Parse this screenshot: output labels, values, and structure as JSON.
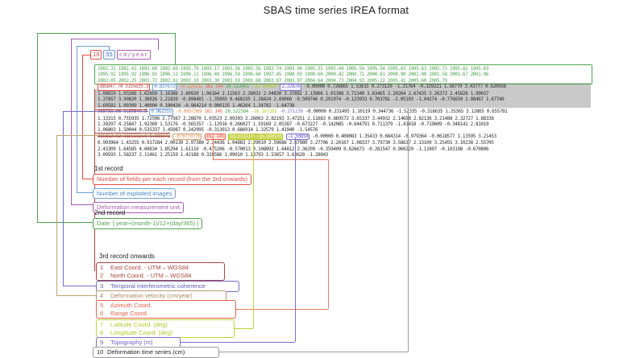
{
  "title": "SBAS time series IREA format",
  "header": {
    "fields": [
      {
        "t": "10",
        "s": "hb-red",
        "name": "field-count-value"
      },
      {
        "t": "55",
        "s": "hb-blue",
        "name": "image-count-value"
      },
      {
        "t": "cm/year",
        "s": "hb-purple",
        "name": "unit-value"
      }
    ]
  },
  "data_rows": [
    [
      {
        "t": "1992.31 1992.41 1992.60 1992.69 1992.79 1993.17 1993.36 1993.56 1993.74 1993.94 1995.35 1995.44 1995.54 1995.54 1995.63 1995.63 1995.73 1995.82 1995.83",
        "s": "yr"
      }
    ],
    [
      {
        "t": "1995.92 1995.92 1996.01 1996.11 1996.11 1996.49 1996.59 1996.68 1997.45 1998.03 1998.60 2000.42 2000.71 2000.81 2000.90 2001.00 2001.58 2001.67 2001.96",
        "s": "yr"
      }
    ],
    [
      {
        "t": "2002.05 2002.25 2002.72 2002.91 2003.10 2003.30 2003.59 2003.68 2003.87 2003.97 2004.64 2004.73 2004.93 2005.22 2005.41 2005.60 2005.79",
        "s": "yr"
      }
    ],
    [
      {
        "t": "385847.79 3155635.3",
        "s": "bseg box-red"
      },
      {
        "t": " ",
        "s": "plain"
      },
      {
        "t": "0.837672",
        "s": "bseg box-blue"
      },
      {
        "t": " -0.110132 ",
        "s": "orange"
      },
      {
        "t": "161 144 ",
        "s": "salmon"
      },
      {
        "t": "28.522461 ",
        "s": "green"
      },
      {
        "t": "-16.166629 ",
        "s": "olive"
      },
      {
        "t": "2.22876",
        "s": "bseg box-violet"
      },
      {
        "t": " -0.00000 0.726865 1.53615 0.273120 -1.31764 -0.329221 1.58779 3.43777 0.620958",
        "s": "plain"
      }
    ],
    [
      {
        "t": "1.09819 1.03266 1.62859 3.16386 2.60920 1.06164 2.11563 2.26032 2.94830 3.37892 2.13966 1.01388 3.71340 3.63465 2.20264 2.67435 3.26372 2.45828 1.99037",
        "s": "plain"
      }
    ],
    [
      {
        "t": "1.37857 3.99820 1.38926 1.21839 -0.898401 -1.35003 0.468195 1.28424 2.69060 -0.509746 0.291974 -0.123933 0.703781 -2.05103 -1.04274 -0.776650 2.88467 1.67740",
        "s": "plain"
      }
    ],
    [
      {
        "t": "1.69581 1.00309 1.40094 0.180434 -0.964214 0.900135 1.46264 1.34702 -1.64738",
        "s": "plain"
      }
    ],
    [
      {
        "t": "385783.06 3155649.5",
        "s": "strike"
      },
      {
        "t": " ",
        "s": "plain"
      },
      {
        "t": "0.962555",
        "s": "bseg box-blue"
      },
      {
        "t": " -0.0957369 ",
        "s": "orange"
      },
      {
        "t": "161 145 ",
        "s": "salmon"
      },
      {
        "t": "28.522584 ",
        "s": "green"
      },
      {
        "t": "-16.167292 ",
        "s": "olive"
      },
      {
        "t": "-0.271239",
        "s": "violet"
      },
      {
        "t": " -0.00000 0.231495 1.10119 0.344736 -1.52335 -0.318635 1.25365 3.12865 0.655781",
        "s": "plain"
      }
    ],
    [
      {
        "t": "1.13315 0.755935 1.72506 2.77567 2.28870 1.03523 2.09393 2.26063 2.82193 3.47251 2.11683 0.869572 3.65337 3.44932 2.14698 2.82136 3.21488 2.32727 1.88338",
        "s": "plain"
      }
    ],
    [
      {
        "t": "1.39297 4.25847 1.92369 1.53176 -0.565357 -1.12916 0.266027 1.59169 2.05387 -0.673227 -0.142085 -0.644791 0.711379 -1.41418 -0.719609 -0.348141 2.81019",
        "s": "plain"
      }
    ],
    [
      {
        "t": "1.06803 1.50044 0.535337 1.45087 0.242995 -0.313013 0.686014 1.32579 1.41940 -1.54576",
        "s": "plain"
      }
    ],
    [
      {
        "t": "385852.02 3155552.0 0.080073",
        "s": "strike"
      },
      {
        "t": " ",
        "s": "plain"
      },
      {
        "t": "-0.0770776",
        "s": "bseg box-tan"
      },
      {
        "t": " ",
        "s": "plain"
      },
      {
        "t": "162 145",
        "s": "bseg box-salmon"
      },
      {
        "t": " ",
        "s": "plain"
      },
      {
        "t": "28.521717 -16.166578",
        "s": "bseg box-ygreen"
      },
      {
        "t": " ",
        "s": "plain"
      },
      {
        "t": "-1.50858",
        "s": "bseg box-violet"
      },
      {
        "t": " -0.00000 0.408083 1.35433 0.684314 -0.979364 -0.0618577 1.13595 3.21453",
        "s": "plain"
      }
    ],
    [
      {
        "t": "0.993964 1.43255 0.917284 2.00139 2.97380 2.24436 1.04883 2.29010 2.59686 2.87980 3.27706 2.20167 1.08337 3.79730 3.58637 2.13109 3.25455 3.10238 2.55705",
        "s": "plain"
      }
    ],
    [
      {
        "t": "2.43309 1.64585 4.60834 1.85294 1.61110 -0.475206 -0.570013 0.108892 1.64812 2.36209 -0.359409 0.626673 -0.281547 0.960229 -1.11907 -0.103198 -0.670806",
        "s": "plain"
      }
    ],
    [
      {
        "t": "3.09593 1.58237 2.11461 1.25159 1.42188 0.328586 1.09010 1.18793 1.53657 1.63628 -1.28043",
        "s": "plain"
      }
    ]
  ],
  "legend": {
    "rec1_label": "1st record",
    "rec1_items": [
      {
        "cls": "c-red",
        "label": "Number of fields per each record (from the 3rd onwards)"
      },
      {
        "cls": "c-blue",
        "label": "Number of exploited images"
      },
      {
        "cls": "c-purple",
        "label": "Deformation measurement unit"
      }
    ],
    "rec2_label": "2nd record",
    "rec2_date": "Date: [ year+(month-1)/12+(day/365) ]",
    "rec3_label": "3rd record onwards",
    "groups": [
      {
        "id": "g12",
        "cls": "c-darkred",
        "rows": [
          [
            "1",
            "East Coord.   - UTM – WGS84"
          ],
          [
            "2",
            "North Coord. - UTM – WGS84"
          ]
        ]
      },
      {
        "id": "g3",
        "cls": "c-bluev",
        "rows": [
          [
            "3",
            "Temporal interferometric coherence"
          ]
        ]
      },
      {
        "id": "g4",
        "cls": "c-tan",
        "rows": [
          [
            "4",
            "Deformation velocity (cm/year)"
          ]
        ]
      },
      {
        "id": "g56",
        "cls": "c-salmon",
        "rows": [
          [
            "5",
            "Azimuth Coord."
          ],
          [
            "6",
            "Range Coord."
          ]
        ]
      },
      {
        "id": "g78",
        "cls": "c-ygreen",
        "rows": [
          [
            "7",
            "Latitude Coord. (deg)"
          ],
          [
            "8",
            "Longitude Coord. (deg)"
          ]
        ]
      },
      {
        "id": "g9",
        "cls": "c-violet",
        "rows": [
          [
            "9",
            "Topography (m)"
          ]
        ]
      },
      {
        "id": "g10",
        "cls": "c-grey",
        "rows": [
          [
            "10",
            "Deformation time series (cm)"
          ]
        ]
      }
    ]
  },
  "colors": {
    "red": "#e54b42",
    "blue": "#6f9fd8",
    "purple": "#a85ab4",
    "green": "#4fa44f",
    "dark_red": "#aa4540",
    "blue_violet": "#6f6fc9",
    "tan": "#b49b77",
    "orange": "#e08a52",
    "salmon": "#e8614a",
    "yellow_green": "#bdd435",
    "violet": "#7a6fd2",
    "grey_band": "#c9c9c9"
  }
}
